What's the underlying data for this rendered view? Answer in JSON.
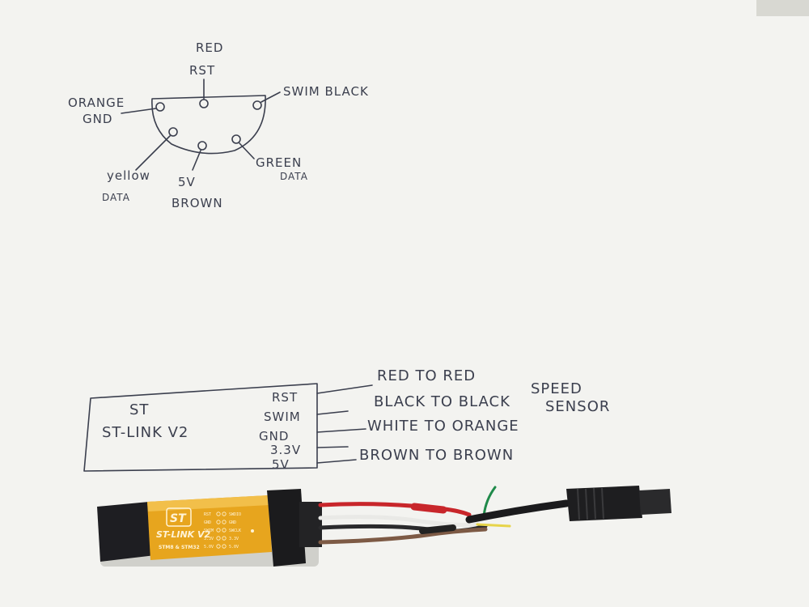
{
  "connector": {
    "pins": {
      "rst_color": "RED",
      "rst": "RST",
      "swim": "SWIM BLACK",
      "gnd_color": "ORANGE",
      "gnd": "GND",
      "yellow": "yellow",
      "yellow_role": "DATA",
      "fivev": "5V",
      "fivev_color": "BROWN",
      "green": "GREEN",
      "green_role": "DATA"
    }
  },
  "programmer_sketch": {
    "brand": "ST",
    "model": "ST-LINK V2",
    "pins": [
      "RST",
      "SWIM",
      "GND",
      "3.3V",
      "5V"
    ],
    "wiring": [
      "RED TO RED",
      "BLACK TO BLACK",
      "WHITE TO ORANGE",
      "BROWN TO BROWN"
    ],
    "note_line1": "SPEED",
    "note_line2": "SENSOR"
  },
  "device": {
    "logo": "ST",
    "label": "ST-LINK V2",
    "sublabel": "STM8 & STM32",
    "left_pins": [
      "RST",
      "GND",
      "SWIM",
      "3.3V",
      "5.0V"
    ],
    "right_pins": [
      "SWDIO",
      "GND",
      "SWCLK",
      "3.3V",
      "5.0V"
    ]
  },
  "colors": {
    "paper": "#f3f3f0",
    "ink": "#3b3f4e",
    "programmer_body": "#e7a51e",
    "wire_red": "#c8262b",
    "wire_green": "#1f8a4a",
    "wire_brown": "#7d5a45",
    "wire_white": "#e9e9e6",
    "connector_black": "#1b1b1d"
  }
}
